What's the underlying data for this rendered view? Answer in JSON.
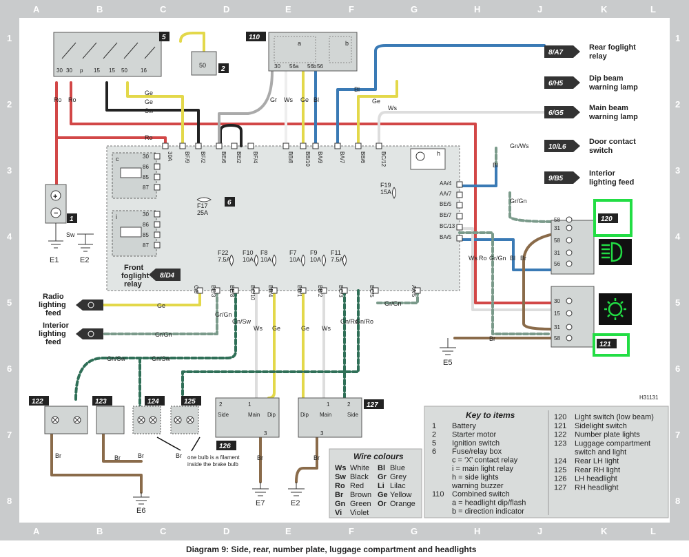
{
  "grid": {
    "cols": [
      "A",
      "B",
      "C",
      "D",
      "E",
      "F",
      "G",
      "H",
      "J",
      "K",
      "L"
    ],
    "rows": [
      "1",
      "2",
      "3",
      "4",
      "5",
      "6",
      "7",
      "8"
    ]
  },
  "caption": "Diagram 9: Side, rear, number plate, luggage compartment and headlights",
  "drawing_ref": "H31131",
  "components": {
    "c5": "5",
    "c2": "2",
    "c110": "110",
    "c1": "1",
    "c6": "6",
    "c120": "120",
    "c121": "121",
    "c122": "122",
    "c123": "123",
    "c124": "124",
    "c125": "125",
    "c126": "126",
    "c127": "127"
  },
  "arrows": {
    "a1": {
      "ref": "8/A7",
      "label1": "Rear foglight",
      "label2": "relay"
    },
    "a2": {
      "ref": "6/H5",
      "label1": "Dip beam",
      "label2": "warning lamp"
    },
    "a3": {
      "ref": "6/G5",
      "label1": "Main beam",
      "label2": "warning lamp"
    },
    "a4": {
      "ref": "10/L6",
      "label1": "Door contact",
      "label2": "switch"
    },
    "a5": {
      "ref": "9/B5",
      "label1": "Interior",
      "label2": "lighting feed"
    },
    "a6": {
      "ref": "8/D4",
      "label1": "Front",
      "label2": "foglight",
      "label3": "relay"
    },
    "a7": {
      "label1": "Radio",
      "label2": "lighting",
      "label3": "feed"
    },
    "a8": {
      "label1": "Interior",
      "label2": "lighting",
      "label3": "feed"
    }
  },
  "wires": {
    "ro": "Ro",
    "ge": "Ge",
    "sw": "Sw",
    "bl": "Bl",
    "ws": "Ws",
    "gnws": "Gn/Ws",
    "grgn": "Gr/Gn",
    "br": "Br",
    "gnsw": "Gn/Sw",
    "gnro": "Gn/Ro",
    "gr": "Gr"
  },
  "ignition_terminals": [
    "30",
    "30",
    "p",
    "15",
    "15",
    "50",
    "16"
  ],
  "combined_terminals": [
    "30",
    "56a",
    "56b",
    "56"
  ],
  "connectors_top": [
    "30A",
    "BF/9",
    "BF/2",
    "BE/6",
    "BE/2",
    "BF/4",
    "BB/8",
    "BB/10",
    "BA/9",
    "BA/7",
    "BB/6",
    "BC/12"
  ],
  "connectors_bottom": [
    "C/6",
    "BE/3",
    "BE/8",
    "BC/10",
    "BB/4",
    "BB/1",
    "BB/2",
    "BC/3",
    "BC/5",
    "AA/5"
  ],
  "connectors_right": [
    "AA/4",
    "AA/7",
    "BE/5",
    "BE/7",
    "BC/13",
    "BA/5"
  ],
  "fuses": {
    "f17": {
      "name": "F17",
      "amps": "25A"
    },
    "f19": {
      "name": "F19",
      "amps": "15A"
    },
    "f22": {
      "name": "F22",
      "amps": "7.5A"
    },
    "f10": {
      "name": "F10",
      "amps": "10A"
    },
    "f8": {
      "name": "F8",
      "amps": "10A"
    },
    "f7": {
      "name": "F7",
      "amps": "10A"
    },
    "f9": {
      "name": "F9",
      "amps": "10A"
    },
    "f11": {
      "name": "F11",
      "amps": "7.5A"
    }
  },
  "relay_pins": [
    "30",
    "86",
    "85",
    "87"
  ],
  "relay_tags": {
    "c": "c",
    "i": "i",
    "h": "h",
    "a": "a",
    "b": "b"
  },
  "switch_pins": [
    "58",
    "31",
    "58",
    "31",
    "56"
  ],
  "switch2_pins": [
    "30",
    "15",
    "31",
    "58"
  ],
  "grounds": {
    "e1": "E1",
    "e2": "E2",
    "e5": "E5",
    "e6": "E6",
    "e7": "E7",
    "e8": "E2"
  },
  "headlight": {
    "side": "Side",
    "main": "Main",
    "dip": "Dip",
    "p1": "1",
    "p2": "2",
    "p3": "3"
  },
  "note": {
    "line1": "one bulb is a filament",
    "line2": "inside the brake bulb"
  },
  "wire_colours": {
    "title": "Wire colours",
    "left": [
      [
        "Ws",
        "White"
      ],
      [
        "Sw",
        "Black"
      ],
      [
        "Ro",
        "Red"
      ],
      [
        "Br",
        "Brown"
      ],
      [
        "Gn",
        "Green"
      ],
      [
        "Vi",
        "Violet"
      ]
    ],
    "right": [
      [
        "Bl",
        "Blue"
      ],
      [
        "Gr",
        "Grey"
      ],
      [
        "Li",
        "Lilac"
      ],
      [
        "Ge",
        "Yellow"
      ],
      [
        "Or",
        "Orange"
      ]
    ]
  },
  "key": {
    "title": "Key to items",
    "left": [
      [
        "1",
        "Battery"
      ],
      [
        "2",
        "Starter motor"
      ],
      [
        "5",
        "Ignition switch"
      ],
      [
        "6",
        "Fuse/relay box"
      ],
      [
        "",
        "c  =  ‘X’ contact relay"
      ],
      [
        "",
        "i  =  main light relay"
      ],
      [
        "",
        "h  =  side lights"
      ],
      [
        "",
        "     warning buzzer"
      ],
      [
        "110",
        "Combined switch"
      ],
      [
        "",
        "a  =  headlight dip/flash"
      ],
      [
        "",
        "b  =  direction indicator"
      ]
    ],
    "right": [
      [
        "120",
        "Light switch (low beam)"
      ],
      [
        "121",
        "Sidelight switch"
      ],
      [
        "122",
        "Number plate lights"
      ],
      [
        "123",
        "Luggage compartment"
      ],
      [
        "",
        "switch and light"
      ],
      [
        "124",
        "Rear LH light"
      ],
      [
        "125",
        "Rear RH light"
      ],
      [
        "126",
        "LH headlight"
      ],
      [
        "127",
        "RH headlight"
      ]
    ]
  },
  "colors": {
    "frame": "#c9cbcc",
    "panel": "#e4e7e7",
    "highlight": "#22dd44",
    "badge": "#222222"
  }
}
